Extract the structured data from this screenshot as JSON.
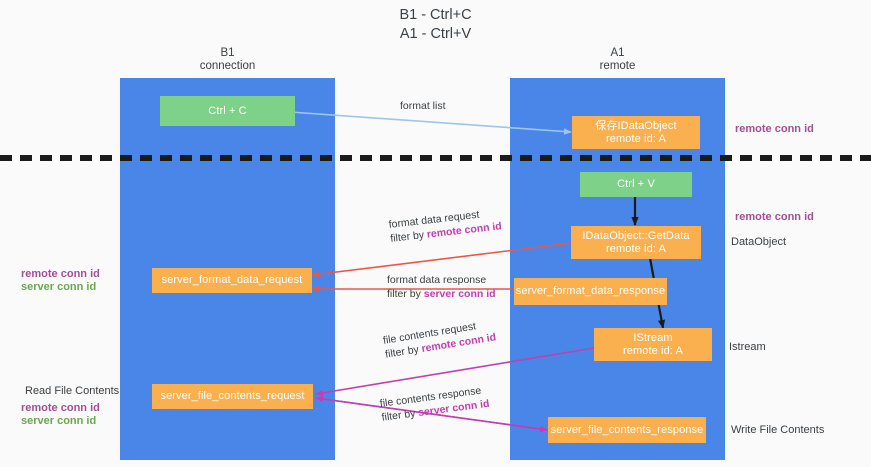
{
  "title": "B1 - Ctrl+C\nA1 - Ctrl+V",
  "columns": [
    {
      "name": "b1",
      "header": "B1\nconnection"
    },
    {
      "name": "a1",
      "header": "A1\nremote"
    }
  ],
  "nodes": [
    {
      "id": "ctrl-c",
      "label": "Ctrl + C",
      "color": "#7ed188"
    },
    {
      "id": "save-idataobject",
      "label": "保存IDataObject\nremote id: A",
      "color": "#fbb050"
    },
    {
      "id": "ctrl-v",
      "label": "Ctrl + V",
      "color": "#7ed188"
    },
    {
      "id": "idataobject-getdata",
      "label": "IDataObject::GetData\nremote id: A",
      "color": "#fbb050"
    },
    {
      "id": "server-format-data-request",
      "label": "server_format_data_request",
      "color": "#fbb050"
    },
    {
      "id": "server-format-data-response",
      "label": "server_format_data_response",
      "color": "#fbb050"
    },
    {
      "id": "istream",
      "label": "IStream\nremote id: A",
      "color": "#fbb050"
    },
    {
      "id": "server-file-contents-request",
      "label": "server_file_contents_request",
      "color": "#fbb050"
    },
    {
      "id": "server-file-contents-response",
      "label": "server_file_contents_response",
      "color": "#fbb050"
    }
  ],
  "edge_labels": [
    {
      "id": "format-list",
      "line1": "format list",
      "line2": "",
      "line2_accent": ""
    },
    {
      "id": "format-data-request",
      "line1": "format data request",
      "line2": "filter by ",
      "line2_accent": "remote conn id"
    },
    {
      "id": "format-data-response",
      "line1": "format data response",
      "line2": "filter by ",
      "line2_accent": "server conn id"
    },
    {
      "id": "file-contents-request",
      "line1": "file contents request",
      "line2": "filter by ",
      "line2_accent": "remote conn id"
    },
    {
      "id": "file-contents-response",
      "line1": "file contents response",
      "line2": "filter by ",
      "line2_accent": "server conn id"
    }
  ],
  "annotations": [
    {
      "id": "right-remote-conn-id-top",
      "text": "remote conn id",
      "color": "#a64d9a"
    },
    {
      "id": "right-remote-conn-id-mid",
      "text": "remote conn id",
      "color": "#a64d9a"
    },
    {
      "id": "right-dataobject",
      "text": "DataObject",
      "color": "#3c4043"
    },
    {
      "id": "right-istream",
      "text": "Istream",
      "color": "#3c4043"
    },
    {
      "id": "right-write-file-contents",
      "text": "Write File Contents",
      "color": "#3c4043"
    },
    {
      "id": "left-remote-conn-id-mid",
      "text": "remote conn id",
      "color": "#a64d9a"
    },
    {
      "id": "left-server-conn-id-mid",
      "text": "server conn id",
      "color": "#6aa84f"
    },
    {
      "id": "left-read-file-contents",
      "text": "Read File Contents",
      "color": "#3c4043"
    },
    {
      "id": "left-remote-conn-id-bottom",
      "text": "remote conn id",
      "color": "#a64d9a"
    },
    {
      "id": "left-server-conn-id-bottom",
      "text": "server conn id",
      "color": "#6aa84f"
    }
  ],
  "colors": {
    "lane": "#4a86e8",
    "green_node": "#7ed188",
    "orange_node": "#fbb050",
    "purple": "#a64d9a",
    "green_text": "#6aa84f",
    "magenta": "#c13fb0",
    "arrow_blue": "#9fc5e8",
    "arrow_red": "#e8584a",
    "arrow_black": "#1b1b1b",
    "background": "#fafafa"
  }
}
